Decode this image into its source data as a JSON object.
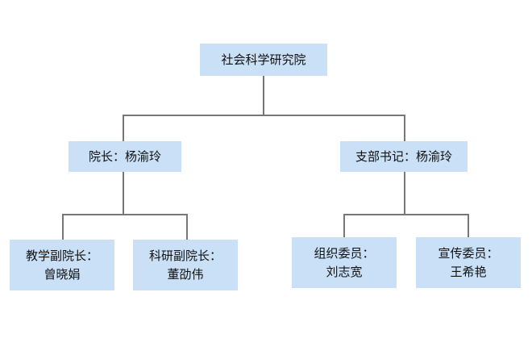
{
  "org_chart": {
    "root": {
      "label": "社会科学研究院"
    },
    "dean": {
      "label": "院长：杨渝玲"
    },
    "secretary": {
      "label": "支部书记：杨渝玲"
    },
    "teaching_vice_dean": {
      "title": "教学副院长：",
      "name": "曾晓娟"
    },
    "research_vice_dean": {
      "title": "科研副院长：",
      "name": "董劭伟"
    },
    "organization_member": {
      "title": "组织委员：",
      "name": "刘志宽"
    },
    "propaganda_member": {
      "title": "宣传委员：",
      "name": "王希艳"
    }
  },
  "colors": {
    "node_fill": "#c9e0f7",
    "connector": "#777777",
    "text": "#111111"
  }
}
